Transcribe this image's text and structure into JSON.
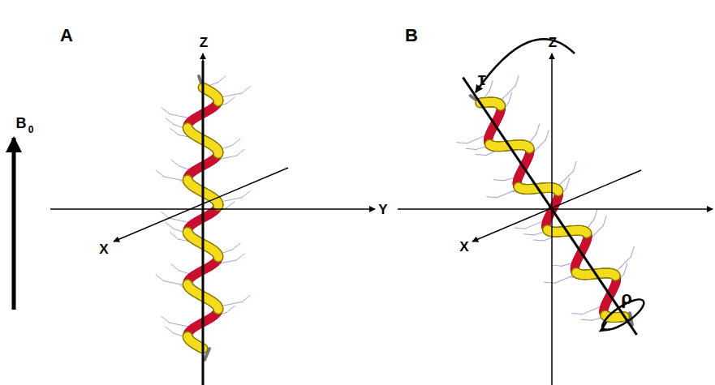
{
  "diagram": {
    "labels": [
      "A",
      "B",
      "Z",
      "Z",
      "Y",
      "X",
      "X",
      "τ",
      "ρ",
      "B",
      "0"
    ]
  }
}
